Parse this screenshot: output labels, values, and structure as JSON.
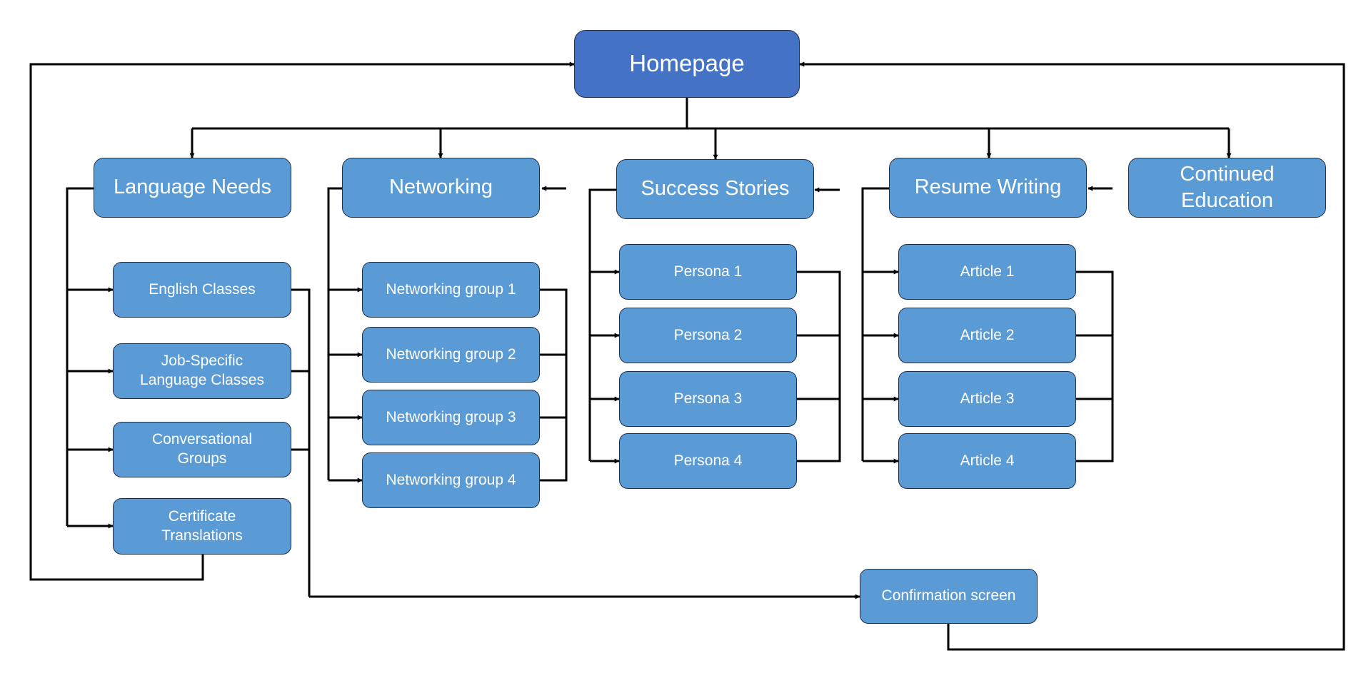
{
  "diagram": {
    "homepage": "Homepage",
    "categories": {
      "language_needs": "Language Needs",
      "networking": "Networking",
      "success_stories": "Success Stories",
      "resume_writing": "Resume Writing",
      "continued_education": "Continued\nEducation"
    },
    "language_items": [
      "English Classes",
      "Job-Specific\nLanguage Classes",
      "Conversational\nGroups",
      "Certificate\nTranslations"
    ],
    "networking_items": [
      "Networking group 1",
      "Networking group 2",
      "Networking group 3",
      "Networking group 4"
    ],
    "persona_items": [
      "Persona 1",
      "Persona 2",
      "Persona 3",
      "Persona 4"
    ],
    "article_items": [
      "Article 1",
      "Article 2",
      "Article 3",
      "Article 4"
    ],
    "confirmation": "Confirmation screen"
  },
  "colors": {
    "root_fill": "#4472c4",
    "node_fill": "#5b9bd5",
    "node_border": "#1f2e4a",
    "connector": "#000000",
    "text": "#ffffff"
  }
}
